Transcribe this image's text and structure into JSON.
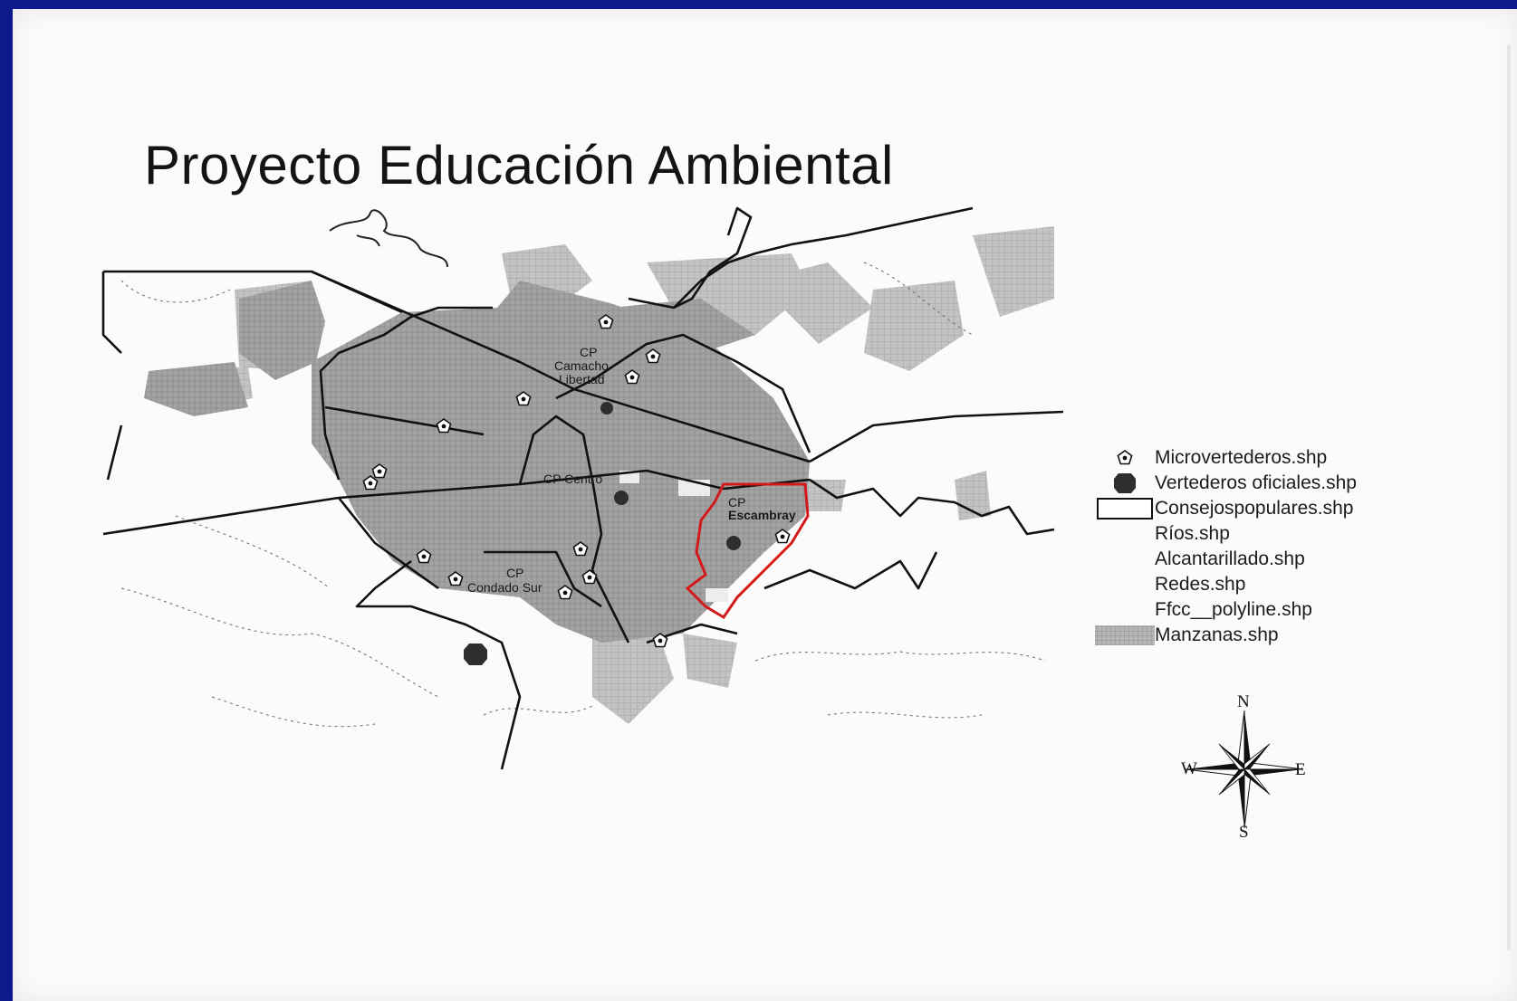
{
  "title": "Proyecto Educación Ambiental",
  "map_labels": {
    "camacho_1": "CP",
    "camacho_2": "Camacho",
    "camacho_3": "Libertad",
    "centro": "CP Centro",
    "escambray_1": "CP",
    "escambray_2": "Escambray",
    "condado_1": "CP",
    "condado_2": "Condado Sur"
  },
  "legend": {
    "items": [
      {
        "label": "Microvertederos.shp",
        "icon": "pentagon-dot-icon"
      },
      {
        "label": "Vertederos oficiales.shp",
        "icon": "filled-octagon-icon"
      },
      {
        "label": "Consejospopulares.shp",
        "icon": "outline-rectangle-icon"
      },
      {
        "label": "Ríos.shp",
        "icon": "none"
      },
      {
        "label": "Alcantarillado.shp",
        "icon": "none"
      },
      {
        "label": "Redes.shp",
        "icon": "none"
      },
      {
        "label": "Ffcc__polyline.shp",
        "icon": "none"
      },
      {
        "label": "Manzanas.shp",
        "icon": "gray-fill-icon"
      }
    ]
  },
  "compass": {
    "n": "N",
    "s": "S",
    "e": "E",
    "w": "W"
  },
  "colors": {
    "frame": "#0e1a8c",
    "paper": "#fbfbfb",
    "urban": "#9c9c9c",
    "urban_light": "#bdbdbd",
    "boundary": "#111111",
    "highlight": "#d21a1a"
  }
}
